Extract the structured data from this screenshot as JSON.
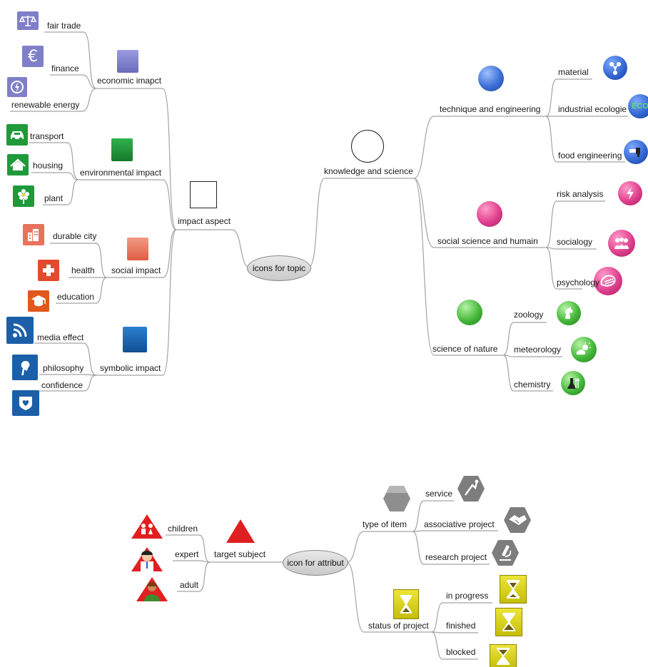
{
  "colors": {
    "link": "#9a9a9a",
    "economic": "#7f7fc9",
    "environmental": "#1f9a3a",
    "social": "#e8735a",
    "symbolic": "#1b5fa8",
    "blue_ball": "#3d6fd6",
    "pink_ball": "#e0408e",
    "green_ball": "#45b83a",
    "yellow": "#d9d214",
    "red": "#e02020",
    "grey_hex": "#8e8e8e"
  },
  "map1": {
    "root": "icons for topic",
    "impact": {
      "label": "impact aspect",
      "economic": {
        "label": "economic imapct",
        "items": [
          "fair trade",
          "finance",
          "renewable energy"
        ]
      },
      "environmental": {
        "label": "environmental impact",
        "items": [
          "transport",
          "housing",
          "plant"
        ]
      },
      "social": {
        "label": "social impact",
        "items": [
          "durable city",
          "health",
          "education"
        ]
      },
      "symbolic": {
        "label": "symbolic impact",
        "items": [
          "media effect",
          "philosophy",
          "confidence"
        ]
      }
    },
    "knowledge": {
      "label": "knowledge and science",
      "technique": {
        "label": "technique and engineering",
        "items": [
          "material",
          "industrial ecologie",
          "food engineering"
        ]
      },
      "social_science": {
        "label": "social science and humain",
        "items": [
          "risk analysis",
          "socialogy",
          "psychology"
        ]
      },
      "nature": {
        "label": "science of nature",
        "items": [
          "zoology",
          "meteorology",
          "chemistry"
        ]
      }
    }
  },
  "map2": {
    "root": "icon for attribut",
    "target": {
      "label": "target subject",
      "items": [
        "children",
        "expert",
        "adult"
      ]
    },
    "type": {
      "label": "type of item",
      "items": [
        "service",
        "associative project",
        "research project"
      ]
    },
    "status": {
      "label": "status of project",
      "items": [
        "in progress",
        "finished",
        "blocked"
      ]
    }
  },
  "icons": {
    "fair_trade": "scales-icon",
    "finance": "euro-icon",
    "renewable_energy": "energy-icon",
    "transport": "car-icon",
    "housing": "house-icon",
    "plant": "flower-icon",
    "durable_city": "building-icon",
    "health": "cross-icon",
    "education": "graduation-cap-icon",
    "media_effect": "rss-icon",
    "philosophy": "thinker-icon",
    "confidence": "heart-shield-icon",
    "material": "molecule-icon",
    "industrial_ecologie": "eco-icon",
    "food_engineering": "faucet-icon",
    "risk_analysis": "lightning-icon",
    "socialogy": "people-icon",
    "psychology": "brain-icon",
    "zoology": "horse-icon",
    "meteorology": "sun-cloud-icon",
    "chemistry": "flask-icon"
  }
}
